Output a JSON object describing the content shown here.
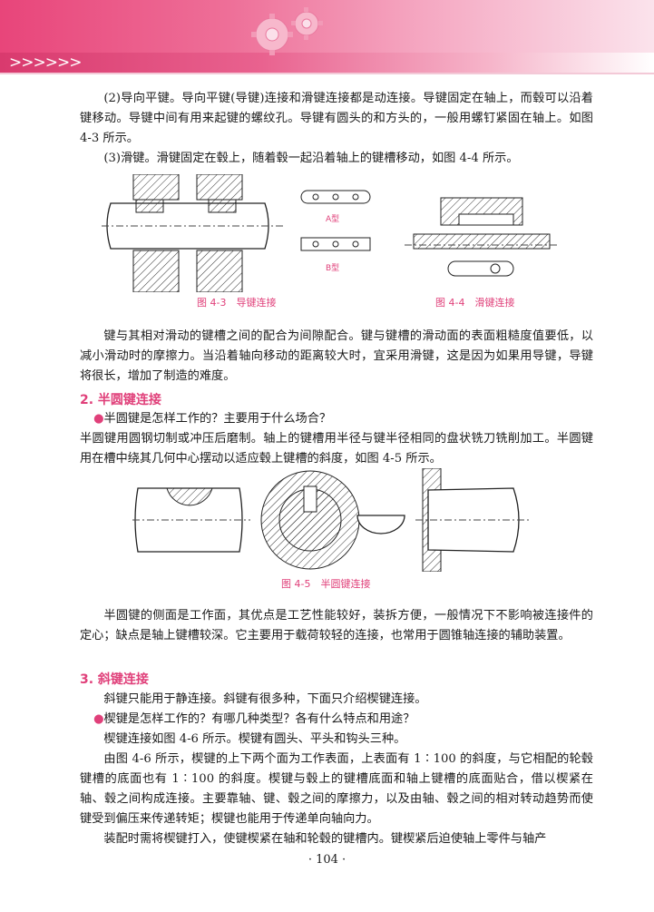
{
  "header": {
    "chevrons": ">>>>>>"
  },
  "paragraphs": {
    "p1": "(2)导向平键。导向平键(导键)连接和滑键连接都是动连接。导键固定在轴上，而毂可以沿着键移动。导键中间有用来起键的螺纹孔。导键有圆头的和方头的，一般用螺钉紧固在轴上。如图 4-3 所示。",
    "p2": "(3)滑键。滑键固定在毂上，随着毂一起沿着轴上的键槽移动，如图 4-4 所示。",
    "p3": "键与其相对滑动的键槽之间的配合为间隙配合。键与键槽的滑动面的表面粗糙度值要低，以减小滑动时的摩擦力。当沿着轴向移动的距离较大时，宜采用滑键，这是因为如果用导键，导键将很长，增加了制造的难度。",
    "h2": "2. 半圆键连接",
    "q1_bullet": "●",
    "q1": "半圆键是怎样工作的？主要用于什么场合？",
    "p4": "半圆键用圆钢切制或冲压后磨制。轴上的键槽用半径与键半径相同的盘状铣刀铣削加工。半圆键用在槽中绕其几何中心摆动以适应毂上键槽的斜度，如图 4-5 所示。",
    "p5": "半圆键的侧面是工作面，其优点是工艺性能较好，装拆方便，一般情况下不影响被连接件的定心；缺点是轴上键槽较深。它主要用于载荷较轻的连接，也常用于圆锥轴连接的辅助装置。",
    "h3": "3. 斜键连接",
    "p6": "斜键只能用于静连接。斜键有很多种，下面只介绍楔键连接。",
    "q2_bullet": "●",
    "q2": "楔键是怎样工作的？有哪几种类型？各有什么特点和用途？",
    "p7": "楔键连接如图 4-6 所示。楔键有圆头、平头和钩头三种。",
    "p8": "由图 4-6 所示，楔键的上下两个面为工作表面，上表面有 1∶100 的斜度，与它相配的轮毂键槽的底面也有 1∶100 的斜度。楔键与毂上的键槽底面和轴上键槽的底面贴合，借以楔紧在轴、毂之间构成连接。主要靠轴、键、毂之间的摩擦力，以及由轴、毂之间的相对转动趋势而使键受到偏压来传递转矩；楔键也能用于传递单向轴向力。",
    "p9": "装配时需将楔键打入，使键楔紧在轴和轮毂的键槽内。键楔紧后迫使轴上零件与轴产"
  },
  "figures": {
    "fig43_caption": "图 4-3　导键连接",
    "fig44_caption": "图 4-4　滑键连接",
    "fig45_caption": "图 4-5　半圆键连接",
    "label_a": "A型",
    "label_b": "B型"
  },
  "footer": {
    "page_number": "· 104 ·"
  },
  "colors": {
    "accent": "#e0407a",
    "header_pink": "#e8457a"
  }
}
